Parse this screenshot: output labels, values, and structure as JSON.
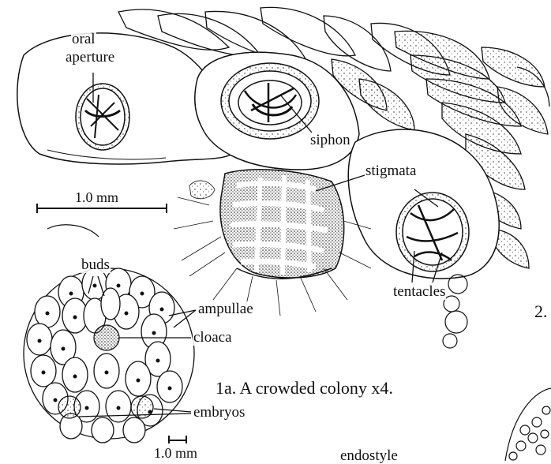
{
  "labels": {
    "oral_aperture_line1": "oral",
    "oral_aperture_line2": "aperture",
    "siphon": "siphon",
    "stigmata": "stigmata",
    "tentacles": "tentacles",
    "buds": "buds",
    "ampullae": "ampullae",
    "cloaca": "cloaca",
    "embryos": "embryos",
    "endostyle": "endostyle"
  },
  "scale_bars": {
    "top": "1.0 mm",
    "bottom": "1.0 mm"
  },
  "captions": {
    "fig1a": "1a. A crowded colony x4.",
    "fig2_number": "2."
  },
  "colors": {
    "ink": "#111111",
    "paper": "#ffffff"
  }
}
